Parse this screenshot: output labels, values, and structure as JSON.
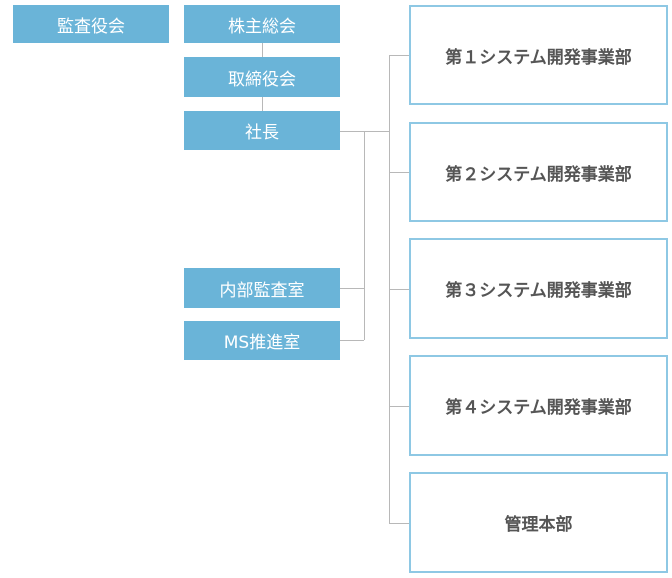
{
  "org": {
    "audit_board": "監査役会",
    "shareholders_meeting": "株主総会",
    "board_of_directors": "取締役会",
    "president": "社長",
    "internal_audit": "内部監査室",
    "ms_promotion": "MS推進室",
    "divisions": [
      "第１システム開発事業部",
      "第２システム開発事業部",
      "第３システム開発事業部",
      "第４システム開発事業部",
      "管理本部"
    ]
  },
  "colors": {
    "box_fill": "#6ab4d8",
    "division_border": "#8ec8e4",
    "connector": "#b8b8b8"
  }
}
